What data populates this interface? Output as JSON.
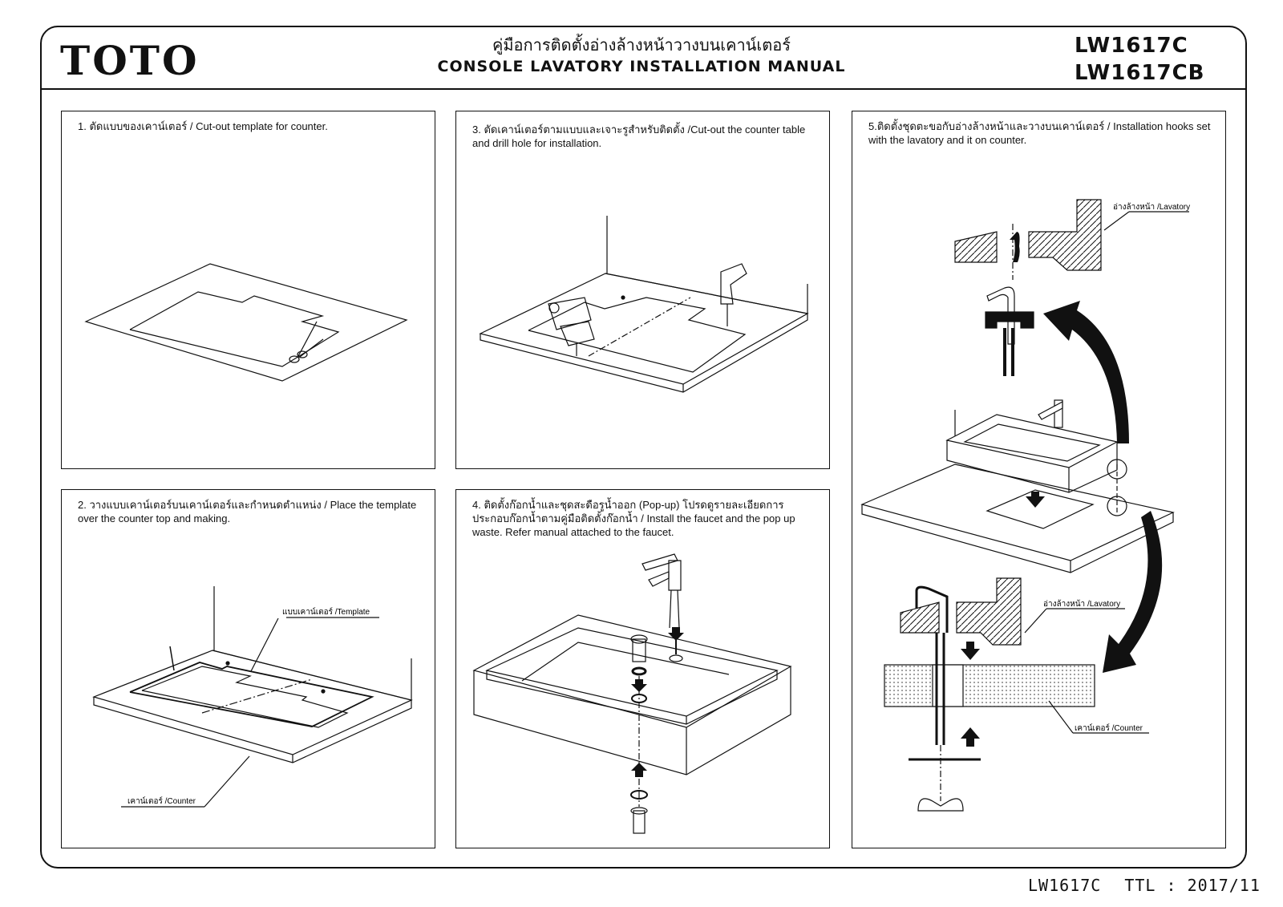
{
  "header": {
    "logo": "TOTO",
    "title_th": "คู่มือการติดตั้งอ่างล้างหน้าวางบนเคาน์เตอร์",
    "title_en": "CONSOLE LAVATORY INSTALLATION MANUAL",
    "model_1": "LW1617C",
    "model_2": "LW1617CB"
  },
  "steps": {
    "step1": {
      "caption": "1. ตัดแบบของเคาน์เตอร์ / Cut-out template for counter."
    },
    "step2": {
      "caption": "2. วางแบบเคาน์เตอร์บนเคาน์เตอร์และกำหนดตำแหน่ง / Place the template over the counter top and making.",
      "label_template": "แบบเคาน์เตอร์ /Template",
      "label_counter": "เคาน์เตอร์ /Counter"
    },
    "step3": {
      "caption": "3. ตัดเคาน์เตอร์ตามแบบและเจาะรูสำหรับติดตั้ง /Cut-out the counter table and drill hole for installation."
    },
    "step4": {
      "caption": "4. ติดตั้งก๊อกน้ำและชุดสะดือรูน้ำออก (Pop-up) โปรดดูรายละเอียดการประกอบก๊อกน้ำตามคู่มือติดตั้งก๊อกน้ำ / Install the faucet and the pop up waste. Refer manual attached to the faucet."
    },
    "step5": {
      "caption": "5.ติดตั้งชุดตะขอกับอ่างล้างหน้าและวางบนเคาน์เตอร์ / Installation hooks set with the lavatory and it on counter.",
      "label_lavatory_top": "อ่างล้างหน้า /Lavatory",
      "label_lavatory_bottom": "อ่างล้างหน้า /Lavatory",
      "label_counter": "เคาน์เตอร์ /Counter"
    }
  },
  "footer": {
    "model": "LW1617C",
    "rev": "TTL : 2017/11"
  }
}
